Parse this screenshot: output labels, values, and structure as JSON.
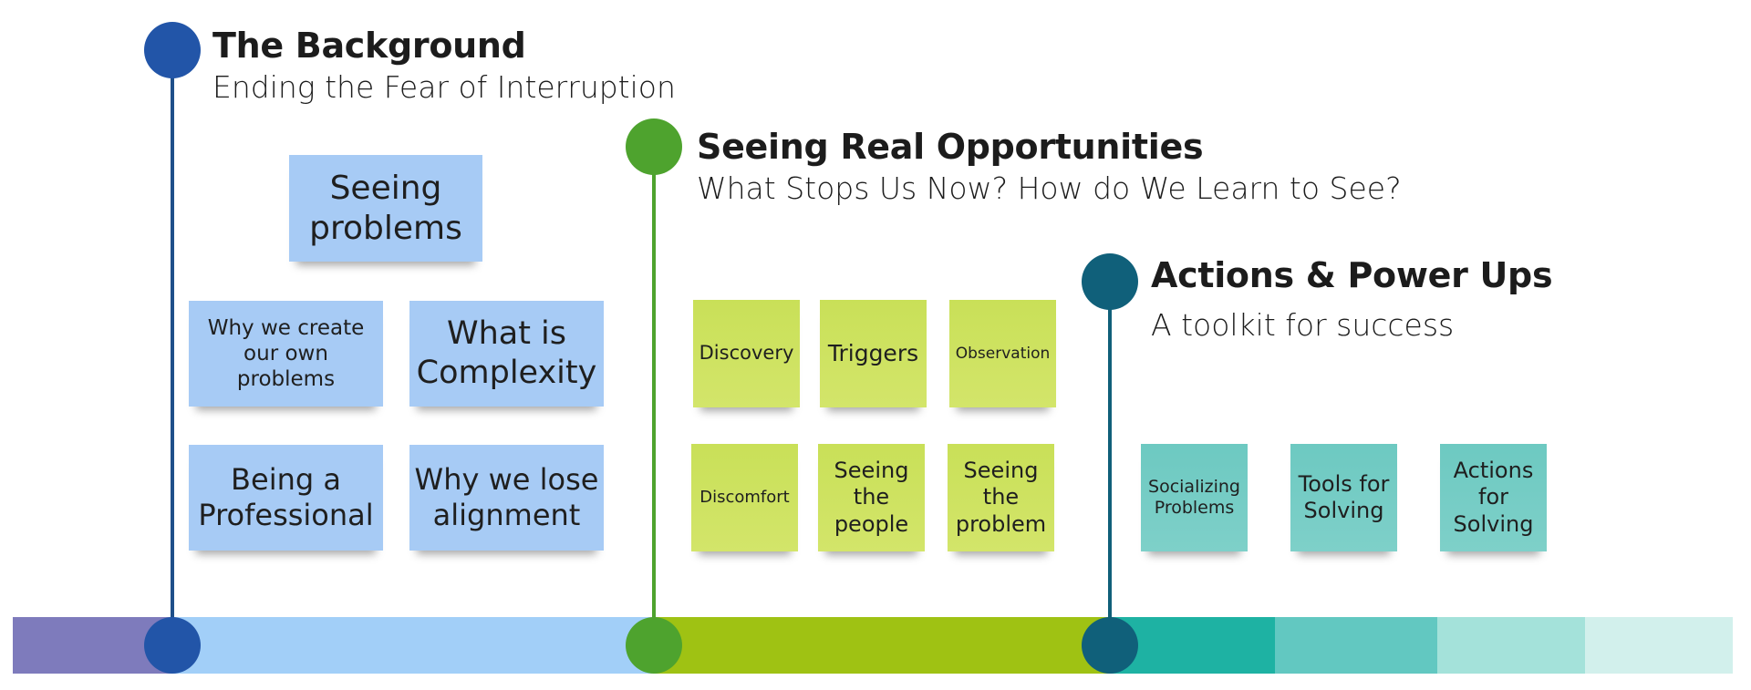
{
  "sections": [
    {
      "title": "The Background",
      "subtitle": "Ending the Fear of Interruption",
      "color": "#2255a8"
    },
    {
      "title": "Seeing Real Opportunities",
      "subtitle": "What Stops Us Now? How do We Learn to See?",
      "color": "#4ea32e"
    },
    {
      "title": "Actions & Power Ups",
      "subtitle": "A toolkit for success",
      "color": "#10607a"
    }
  ],
  "notes": {
    "background": [
      "Seeing problems",
      "Why we create our own problems",
      "What is Complexity",
      "Being a Professional",
      "Why we lose alignment"
    ],
    "opportunities": [
      "Discovery",
      "Triggers",
      "Observation",
      "Discomfort",
      "Seeing the people",
      "Seeing the problem"
    ],
    "actions": [
      "Socializing Problems",
      "Tools for Solving",
      "Actions for Solving"
    ]
  },
  "timeline_colors": [
    "#7e7bbc",
    "#a2cff8",
    "#9fc213",
    "#1eb2a3",
    "#62c8c1",
    "#a4e2da",
    "#d2f0ec"
  ]
}
